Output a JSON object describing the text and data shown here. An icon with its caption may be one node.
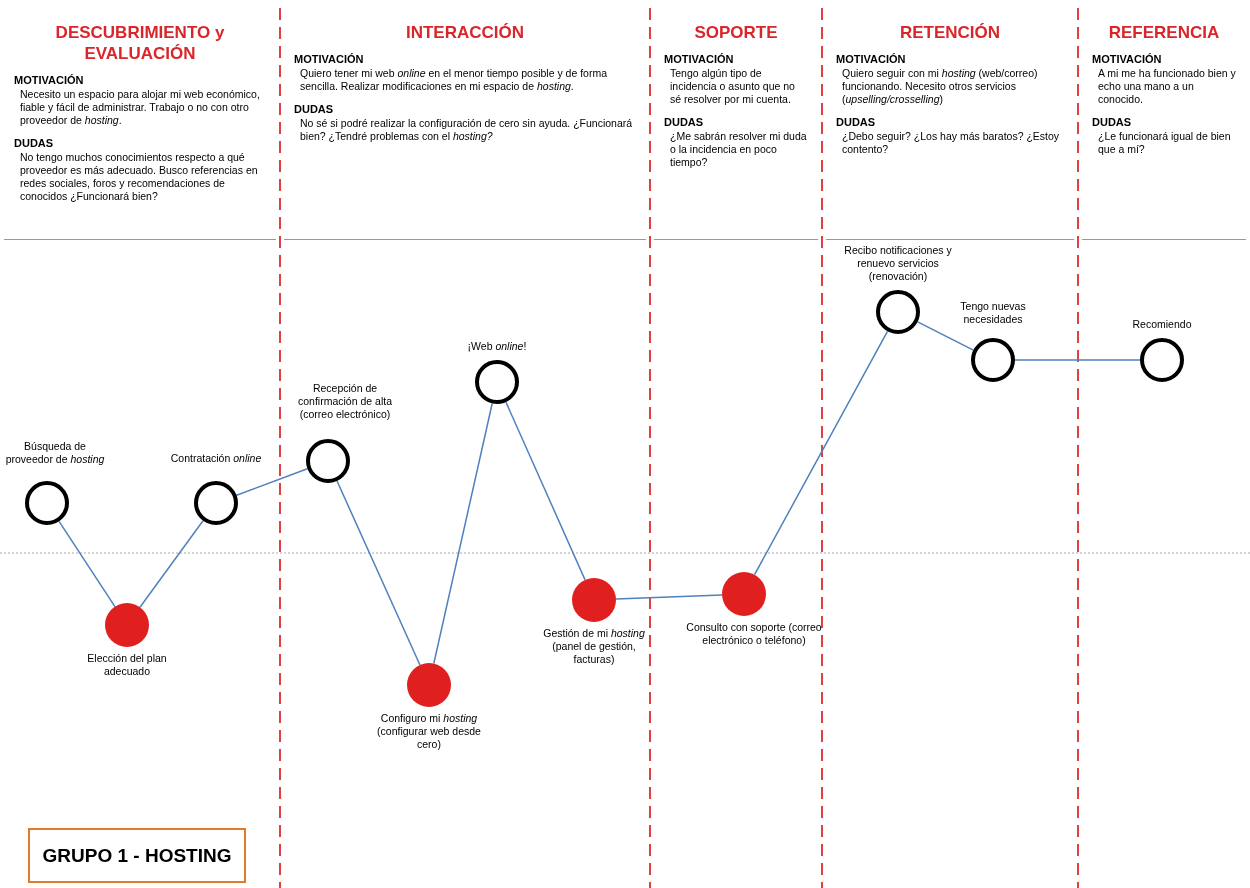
{
  "diagram": {
    "nodes": [
      {
        "text": [
          "DESCUBRIMIENTO y EVALUACIÓN",
          "MOTIVACIÓN",
          "Necesito un espacio para alojar mi web económico, fiable y fácil de administrar. Trabajo o no con otro proveedor de *hosting*.",
          "DUDAS",
          "No tengo muchos conocimientos respecto a qué proveedor es más adecuado. Busco referencias en redes sociales, foros y recomendaciones de conocidos ¿Funcionará bien?"
        ]
      },
      {
        "text": [
          "INTERACCIÓN",
          "MOTIVACIÓN",
          "Quiero tener mi web *online* en el menor tiempo posible y de forma sencilla. Realizar modificaciones en mi espacio de *hosting*.",
          "DUDAS",
          "No sé si podré realizar la configuración de cero sin ayuda. ¿Funcionará bien? ¿Tendré problemas con el *hosting?*"
        ]
      },
      {
        "text": [
          "SOPORTE",
          "MOTIVACIÓN",
          "Tengo algún tipo de incidencia o asunto que no sé resolver por mi cuenta.",
          "DUDAS",
          "¿Me sabrán resolver mi duda o la incidencia en poco tiempo?"
        ]
      },
      {
        "text": [
          "RETENCIÓN",
          "MOTIVACIÓN",
          "Quiero seguir con mi *hosting* (web/correo) funcionando. Necesito otros servicios (*upselling/crosselling*)",
          "DUDAS",
          "¿Debo seguir? ¿Los hay más baratos? ¿Estoy contento?"
        ]
      },
      {
        "text": [
          "REFERENCIA",
          "MOTIVACIÓN",
          "A mi me ha funcionado bien y echo una mano a un conocido.",
          "DUDAS",
          "¿Le funcionará igual de bien que a mí?"
        ]
      },
      {
        "text": [],
        "shape": "circle",
        "beside": [
          "Búsqueda de proveedor de *hosting*"
        ]
      },
      {
        "text": [],
        "shape": "circle",
        "beside": [
          "Elección del plan adecuado"
        ]
      },
      {
        "text": [],
        "shape": "circle",
        "beside": [
          "Contratación *online*"
        ]
      },
      {
        "text": [],
        "shape": "circle",
        "beside": [
          "Recepción de confirmación de alta (correo electrónico)"
        ]
      },
      {
        "text": [],
        "shape": "circle",
        "beside": [
          "Configuro mi *hosting* (configurar web desde cero)"
        ]
      },
      {
        "text": [],
        "shape": "circle",
        "beside": [
          "¡Web *online*!"
        ]
      },
      {
        "text": [],
        "shape": "circle",
        "beside": [
          "Gestión de mi *hosting* (panel de gestión, facturas)"
        ]
      },
      {
        "text": [],
        "shape": "circle",
        "beside": [
          "Consulto con soporte (correo electrónico o teléfono)"
        ]
      },
      {
        "text": [],
        "shape": "circle",
        "beside": [
          "Recibo notificaciones y renuevo servicios (renovación)"
        ]
      },
      {
        "text": [],
        "shape": "circle",
        "beside": [
          "Tengo nuevas necesidades"
        ]
      },
      {
        "text": [],
        "shape": "circle",
        "beside": [
          "Recomiendo"
        ]
      },
      {
        "text": [
          "GRUPO 1 - HOSTING"
        ]
      }
    ],
    "edges": [
      {
        "from": 5,
        "to": 6,
        "arrow": "none"
      },
      {
        "from": 6,
        "to": 7,
        "arrow": "none"
      },
      {
        "from": 7,
        "to": 8,
        "arrow": "none"
      },
      {
        "from": 8,
        "to": 9,
        "arrow": "none"
      },
      {
        "from": 9,
        "to": 10,
        "arrow": "none"
      },
      {
        "from": 10,
        "to": 11,
        "arrow": "none"
      },
      {
        "from": 11,
        "to": 12,
        "arrow": "none"
      },
      {
        "from": 12,
        "to": 13,
        "arrow": "none"
      },
      {
        "from": 13,
        "to": 14,
        "arrow": "none"
      },
      {
        "from": 14,
        "to": 15,
        "arrow": "none"
      }
    ]
  }
}
